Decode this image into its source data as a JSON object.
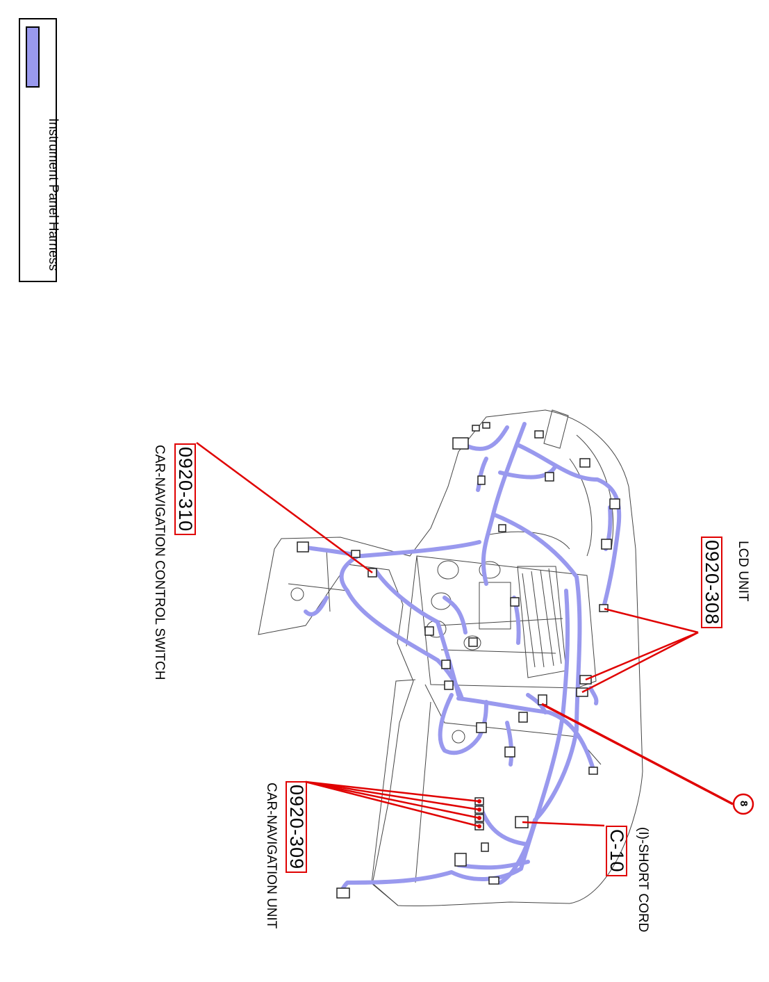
{
  "legend": {
    "label": "Instrument Panel Harness",
    "swatch_color": "#9999ee"
  },
  "colors": {
    "harness": "#9999ee",
    "callout": "#e00000",
    "outline": "#444444"
  },
  "callouts": [
    {
      "id": "lcd",
      "code": "0920-308",
      "name": "LCD UNIT"
    },
    {
      "id": "nav_switch",
      "code": "0920-310",
      "name": "CAR-NAVIGATION CONTROL SWITCH"
    },
    {
      "id": "nav_unit",
      "code": "0920-309",
      "name": "CAR-NAVIGATION UNIT"
    },
    {
      "id": "short_cord",
      "code": "C-10",
      "name": "(I)-SHORT CORD"
    },
    {
      "id": "ground",
      "code": "8",
      "name": ""
    }
  ]
}
